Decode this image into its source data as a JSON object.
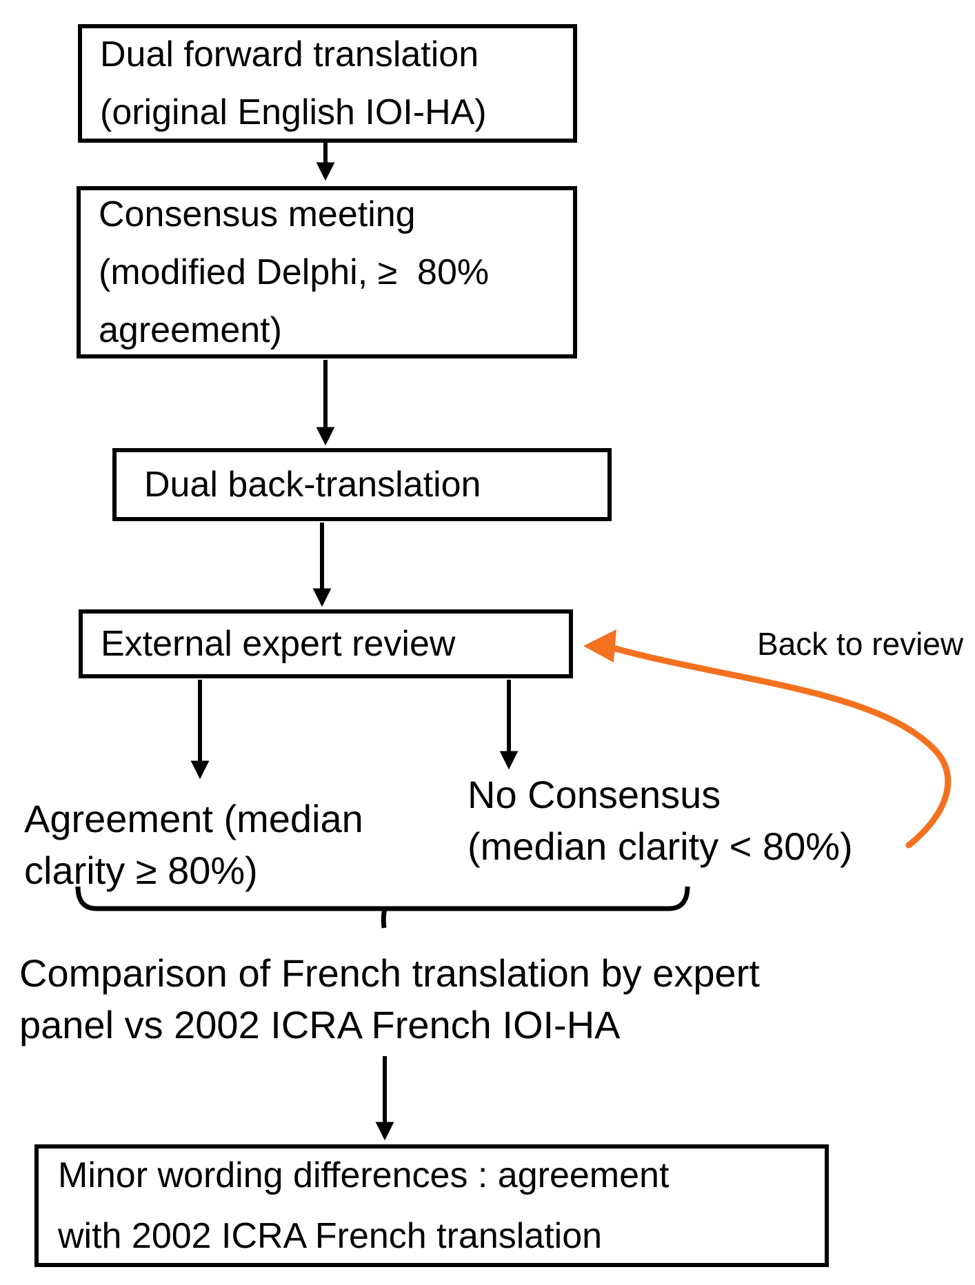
{
  "flowchart": {
    "colors": {
      "background": "#ffffff",
      "line": "#000000",
      "text": "#000000",
      "feedback_arrow": "#f4711f"
    },
    "nodes": {
      "dual_forward": {
        "lines": [
          "Dual forward translation",
          "(original English IOI-HA)"
        ]
      },
      "consensus_meeting": {
        "lines": [
          "Consensus meeting",
          "(modified Delphi, ≥  80%",
          "agreement)"
        ]
      },
      "dual_back": {
        "lines": [
          "Dual back-translation"
        ]
      },
      "external_review": {
        "lines": [
          "External expert review"
        ]
      },
      "minor_wording": {
        "lines": [
          "Minor wording differences : agreement",
          "with 2002 ICRA French translation"
        ]
      }
    },
    "outcomes": {
      "agreement": {
        "lines": [
          "Agreement (median",
          "clarity ≥ 80%)"
        ]
      },
      "no_consensus": {
        "lines": [
          "No Consensus",
          "(median clarity < 80%)"
        ]
      }
    },
    "annotations": {
      "back_to_review": "Back to review",
      "comparison": {
        "lines": [
          "Comparison of French translation by expert",
          "panel vs 2002 ICRA French IOI-HA"
        ]
      }
    }
  }
}
